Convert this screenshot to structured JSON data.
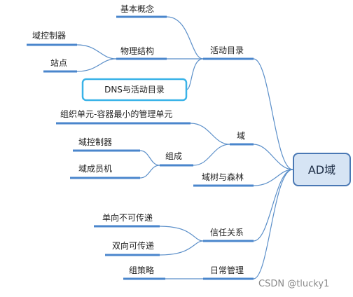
{
  "root": {
    "label": "AD域"
  },
  "branches": {
    "active_directory": {
      "label": "活动目录",
      "children": {
        "basic_concepts": "基本概念",
        "physical_structure": {
          "label": "物理结构",
          "children": [
            "域控制器",
            "站点"
          ]
        },
        "dns_and_ad": "DNS与活动目录"
      }
    },
    "domain": {
      "label": "域",
      "children": {
        "org_unit": "组织单元-容器最小的管理单元",
        "composition": {
          "label": "组成",
          "children": [
            "域控制器",
            "域成员机"
          ]
        }
      }
    },
    "tree_and_forest": {
      "label": "域树与森林"
    },
    "trust": {
      "label": "信任关系",
      "children": [
        "单向不可传递",
        "双向可传递"
      ]
    },
    "daily_management": {
      "label": "日常管理",
      "children": [
        "组策略"
      ]
    }
  },
  "watermark": "CSDN @tlucky1",
  "colors": {
    "edge": "#5b8fc9",
    "underline": "#4a86cc",
    "root_fill": "#d6e4f4",
    "root_border": "#4a78b4",
    "highlight_border": "#3ab3e8"
  }
}
